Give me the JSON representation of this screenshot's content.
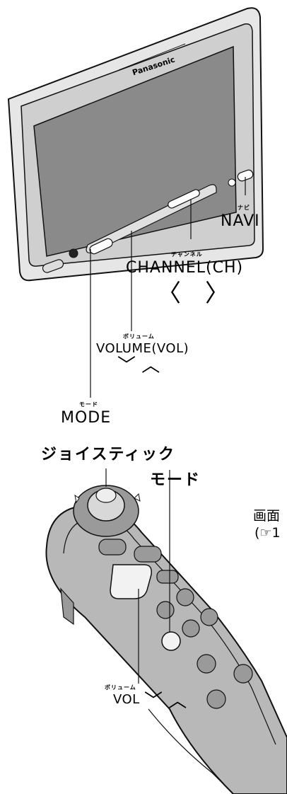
{
  "head_unit": {
    "brand": "Panasonic",
    "navi": {
      "ruby": "ナビ",
      "label": "NAVI"
    },
    "channel": {
      "ruby": "チャンネル",
      "label": "CHANNEL(CH)",
      "arrows": "〈　〉"
    },
    "volume": {
      "ruby": "ボリューム",
      "label": "VOLUME(VOL)",
      "arrows": "﹀ ︿"
    },
    "mode": {
      "ruby": "モード",
      "label": "MODE"
    }
  },
  "remote": {
    "joystick_label": "ジョイスティック",
    "mode_label": "モード",
    "side_line1": "画面",
    "side_line2": "(☞1",
    "volume": {
      "ruby": "ボリューム",
      "label": "VOL",
      "arrows": "﹀ ︿"
    }
  },
  "colors": {
    "outline": "#111111",
    "screen": "#8a8a8a",
    "bezel": "#cfcfcf",
    "remote_body": "#b8b8b8",
    "remote_dark": "#9a9a9a"
  }
}
